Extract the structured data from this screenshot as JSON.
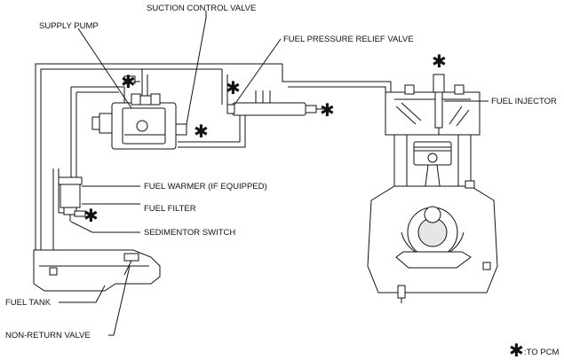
{
  "labels": {
    "suction_control_valve": "SUCTION CONTROL VALVE",
    "supply_pump": "SUPPLY PUMP",
    "fuel_pressure_relief_valve": "FUEL PRESSURE RELIEF VALVE",
    "fuel_injector": "FUEL INJECTOR",
    "fuel_warmer": "FUEL WARMER (IF EQUIPPED)",
    "fuel_filter": "FUEL FILTER",
    "sedimentor_switch": "SEDIMENTOR SWITCH",
    "fuel_tank": "FUEL TANK",
    "non_return_valve": "NON-RETURN VALVE"
  },
  "legend": {
    "symbol": "✱",
    "text": ":TO PCM"
  }
}
